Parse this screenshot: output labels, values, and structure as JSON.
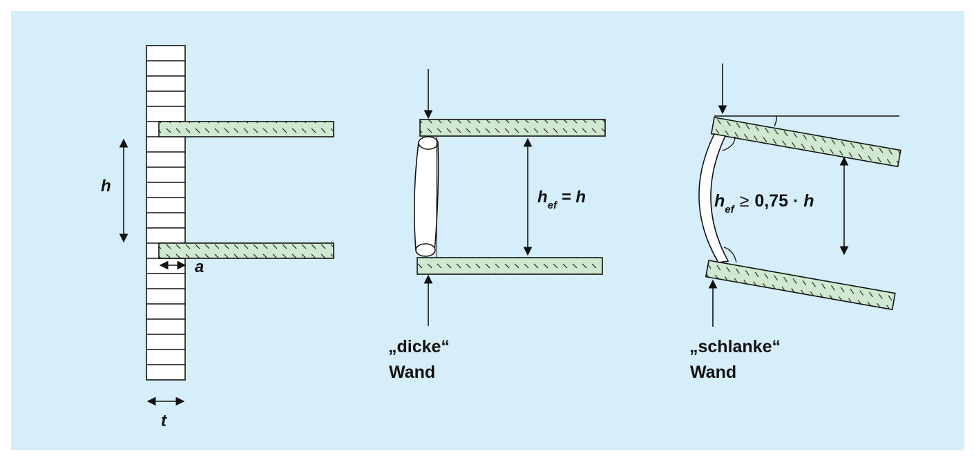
{
  "colors": {
    "panel_background": "#d6eef9",
    "slab_fill": "#cfe8cf",
    "stroke": "#111111",
    "brick_fill": "#ffffff"
  },
  "labels": {
    "h": "h",
    "a": "a",
    "t": "t",
    "hef_main": "h",
    "hef_sub": "ef",
    "eq_thick": " = h",
    "geq": "≥",
    "value_slender": "0,75 · ",
    "h_slender": "h",
    "thick_line1": "„dicke“",
    "thick_line2": "Wand",
    "slender_line1": "„schlanke“",
    "slender_line2": "Wand"
  }
}
